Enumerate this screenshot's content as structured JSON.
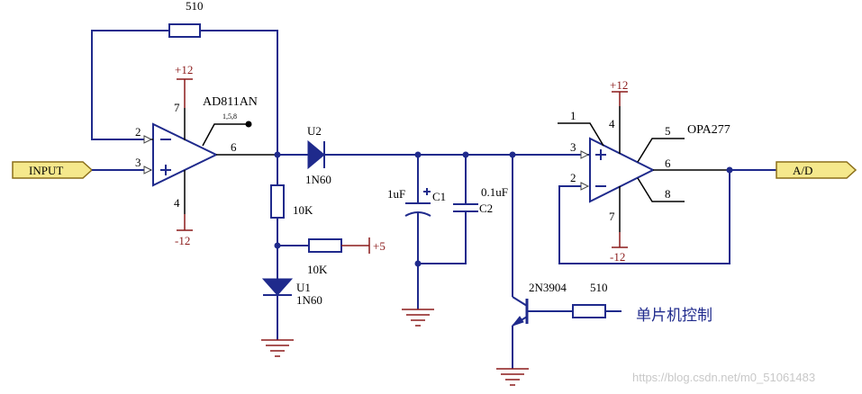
{
  "ports": {
    "input": "INPUT",
    "output": "A/D"
  },
  "u_opamp1": {
    "part": "AD811AN",
    "pin_minus": "2",
    "pin_plus": "3",
    "pin_out": "6",
    "pin_vpos": "7",
    "pin_vneg": "4",
    "pin_nc": "1,5,8",
    "vpos": "+12",
    "vneg": "-12"
  },
  "u_opamp2": {
    "part": "OPA277",
    "pin_plus": "3",
    "pin_minus": "2",
    "pin_out": "6",
    "pin_vpos": "4",
    "pin_vneg": "7",
    "pin_1": "1",
    "pin_5": "5",
    "pin_8": "8",
    "vpos": "+12",
    "vneg": "-12"
  },
  "r_feedback": {
    "value": "510"
  },
  "r_shunt": {
    "value": "10K"
  },
  "r_bias": {
    "value": "10K",
    "rail": "+5"
  },
  "r_base": {
    "value": "510"
  },
  "d_u2": {
    "ref": "U2",
    "part": "1N60"
  },
  "d_u1": {
    "ref": "U1",
    "part": "1N60"
  },
  "c1": {
    "value": "1uF",
    "ref": "C1"
  },
  "c2": {
    "value": "0.1uF",
    "ref": "C2"
  },
  "transistor": {
    "part": "2N3904"
  },
  "control_label": "单片机控制",
  "watermark": "https://blog.csdn.net/m0_51061483",
  "colors": {
    "wire": "#1f2a8c",
    "power": "#8b1a1a",
    "port_fill": "#f5e88c"
  }
}
